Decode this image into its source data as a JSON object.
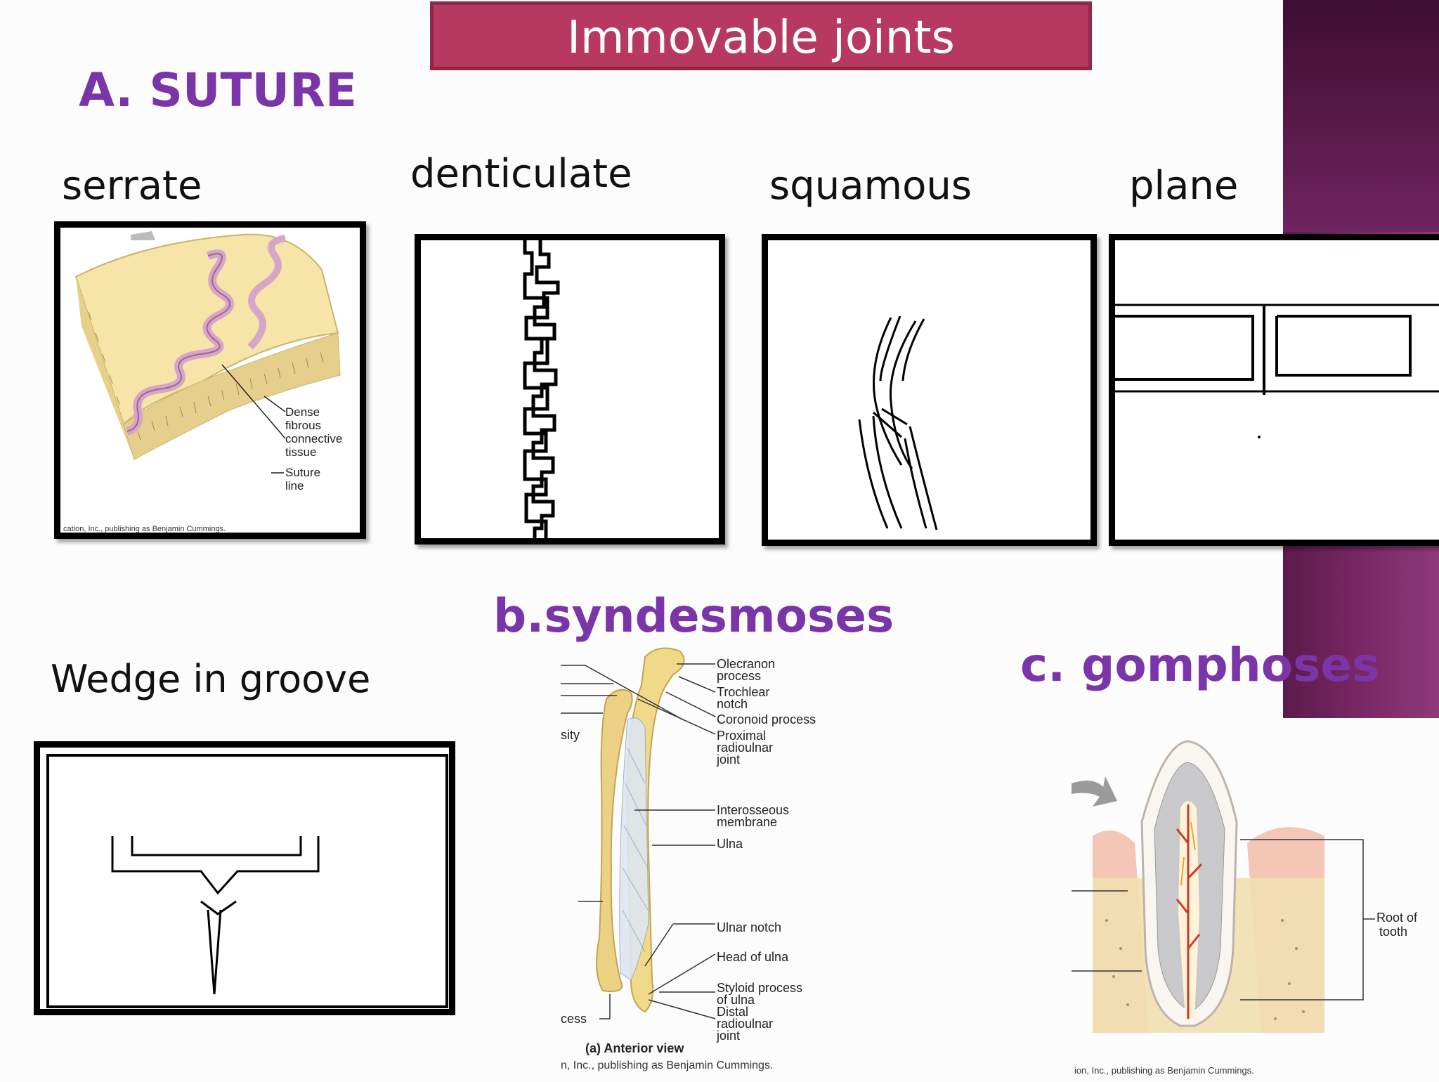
{
  "slide": {
    "title": "Immovable joints",
    "section_a": "A. SUTURE",
    "section_b": "b.syndesmoses",
    "section_c": "c. gomphoses"
  },
  "suture_types": [
    "serrate",
    "denticulate",
    "squamous",
    "plane"
  ],
  "wedge_label": "Wedge in groove",
  "serrate_figure": {
    "labels": [
      "Dense",
      "fibrous",
      "connective",
      "tissue",
      "Suture",
      "line"
    ],
    "credit": "cation, Inc., publishing as Benjamin Cummings."
  },
  "syndesmoses_figure": {
    "labels": [
      "Olecranon",
      "process",
      "Trochlear",
      "notch",
      "Coronoid process",
      "Proximal",
      "radioulnar",
      "joint",
      "Interosseous",
      "membrane",
      "Ulna",
      "Ulnar notch",
      "Head of ulna",
      "Styloid process",
      "of ulna",
      "Distal",
      "radioulnar",
      "joint"
    ],
    "left_fragments": [
      "sity",
      "cess"
    ],
    "view_caption": "(a) Anterior view",
    "credit": "n, Inc., publishing as Benjamin Cummings."
  },
  "gomphoses_figure": {
    "labels": [
      "Root of",
      "tooth"
    ],
    "credit": "ion, Inc., publishing as Benjamin Cummings."
  },
  "colors": {
    "title_bg": "#b8395f",
    "heading": "#7a35a8",
    "side_bar": "#6e2560"
  }
}
